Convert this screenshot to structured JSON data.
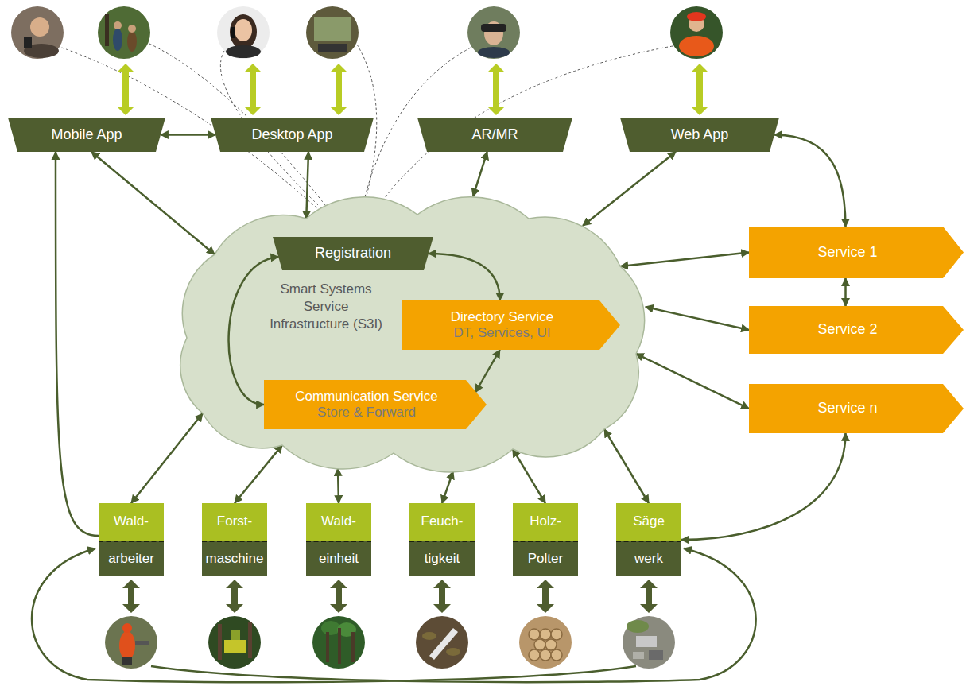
{
  "diagram": {
    "nodes": [
      {
        "text": [
          "Mobile App"
        ]
      },
      {
        "text": [
          "Desktop App"
        ]
      },
      {
        "text": [
          "AR/MR"
        ]
      },
      {
        "text": [
          "Web App"
        ]
      },
      {
        "text": [
          "Smart Systems Service Infrastructure (S3I)"
        ]
      },
      {
        "text": [
          "Registration"
        ],
        "in": 4
      },
      {
        "text": [
          "Directory Service",
          "DT, Services, UI"
        ],
        "in": 4
      },
      {
        "text": [
          "Communication Service",
          "Store & Forward"
        ],
        "in": 4
      },
      {
        "text": [
          "Service 1"
        ]
      },
      {
        "text": [
          "Service 2"
        ]
      },
      {
        "text": [
          "Service n"
        ]
      },
      {
        "text": [
          "Wald-",
          "arbeiter"
        ]
      },
      {
        "text": [
          "Forst-",
          "maschine"
        ]
      },
      {
        "text": [
          "Wald-",
          "einheit"
        ]
      },
      {
        "text": [
          "Feuch-",
          "tigkeit"
        ]
      },
      {
        "text": [
          "Holz-",
          "Polter"
        ]
      },
      {
        "text": [
          "Säge",
          "werk"
        ]
      }
    ],
    "edges": [
      {
        "from": 0,
        "to": 1,
        "arrow": "both"
      },
      {
        "from": 0,
        "to": 4,
        "arrow": "both"
      },
      {
        "from": 1,
        "to": 4,
        "arrow": "both"
      },
      {
        "from": 2,
        "to": 4,
        "arrow": "both"
      },
      {
        "from": 3,
        "to": 4,
        "arrow": "both"
      },
      {
        "from": 3,
        "to": 8,
        "arrow": "both"
      },
      {
        "from": 8,
        "to": 9,
        "arrow": "both"
      },
      {
        "from": 4,
        "to": 8,
        "arrow": "both"
      },
      {
        "from": 4,
        "to": 9,
        "arrow": "both"
      },
      {
        "from": 4,
        "to": 10,
        "arrow": "both"
      },
      {
        "from": 10,
        "to": 16,
        "arrow": "both"
      },
      {
        "from": 5,
        "to": 6,
        "arrow": "both"
      },
      {
        "from": 5,
        "to": 7,
        "arrow": "both"
      },
      {
        "from": 6,
        "to": 7,
        "arrow": "both"
      },
      {
        "from": 11,
        "to": 4,
        "arrow": "both"
      },
      {
        "from": 12,
        "to": 4,
        "arrow": "both"
      },
      {
        "from": 13,
        "to": 4,
        "arrow": "both"
      },
      {
        "from": 14,
        "to": 4,
        "arrow": "both"
      },
      {
        "from": 15,
        "to": 4,
        "arrow": "both"
      },
      {
        "from": 16,
        "to": 4,
        "arrow": "both"
      },
      {
        "from": 11,
        "to": 0,
        "arrow": "to"
      }
    ]
  }
}
